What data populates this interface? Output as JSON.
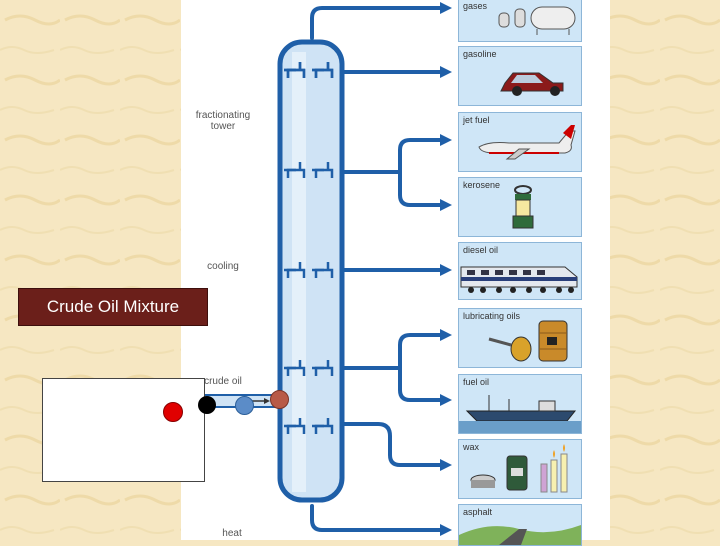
{
  "labels": {
    "tower": "fractionating\ntower",
    "cooling": "cooling",
    "crude_oil": "crude oil",
    "heat": "heat",
    "mixture": "Crude Oil Mixture"
  },
  "products": [
    {
      "label": "gases",
      "icon": "gas-tanks-icon"
    },
    {
      "label": "gasoline",
      "icon": "car-icon"
    },
    {
      "label": "jet fuel",
      "icon": "airplane-icon"
    },
    {
      "label": "kerosene",
      "icon": "lantern-icon"
    },
    {
      "label": "diesel oil",
      "icon": "train-icon"
    },
    {
      "label": "lubricating oils",
      "icon": "oil-can-icon"
    },
    {
      "label": "fuel oil",
      "icon": "ship-icon"
    },
    {
      "label": "wax",
      "icon": "candles-icon"
    },
    {
      "label": "asphalt",
      "icon": "road-icon"
    }
  ],
  "colors": {
    "pipe": "#1f5fa8",
    "tower_fill": "#cfe3f5",
    "panel_bg": "#cfe6f7",
    "mixture_box": "#6b1f1a",
    "dot_red": "#e00000",
    "dot_black": "#000000",
    "dot_blue": "#5b8cc8",
    "dot_brown": "#b85a47"
  }
}
